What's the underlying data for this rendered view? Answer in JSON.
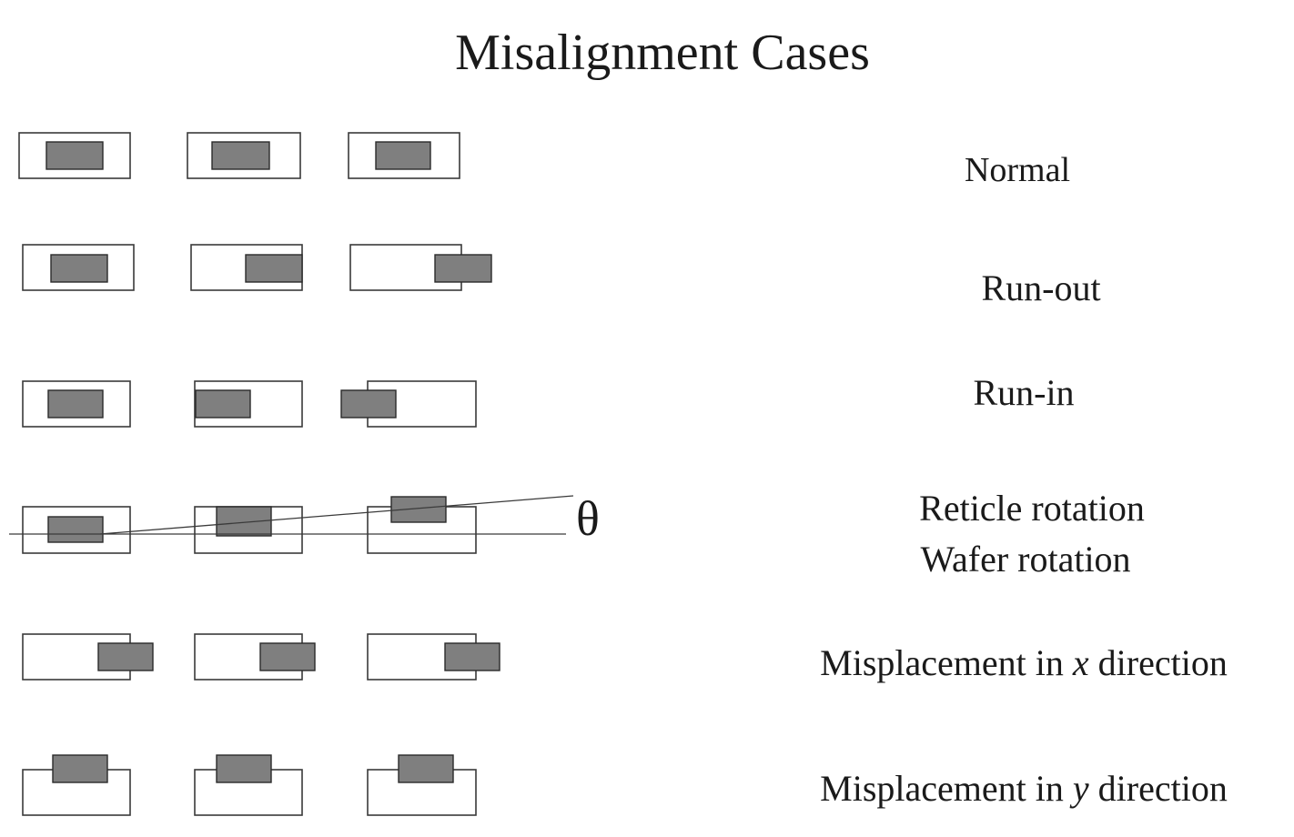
{
  "title": "Misalignment Cases",
  "colors": {
    "die_fill": "#7f7f7f",
    "frame_stroke": "#3a3a3a",
    "text": "#1a1a1a"
  },
  "rows": [
    {
      "id": "normal",
      "label": "Normal"
    },
    {
      "id": "run-out",
      "label": "Run-out"
    },
    {
      "id": "run-in",
      "label": "Run-in"
    },
    {
      "id": "rotation",
      "label_line1": "Reticle rotation",
      "label_line2": "Wafer rotation",
      "angle_symbol": "θ"
    },
    {
      "id": "misplacement-x",
      "label_prefix": "Misplacement in ",
      "label_var": "x",
      "label_suffix": " direction"
    },
    {
      "id": "misplacement-y",
      "label_prefix": "Misplacement in ",
      "label_var": "y",
      "label_suffix": " direction"
    }
  ]
}
